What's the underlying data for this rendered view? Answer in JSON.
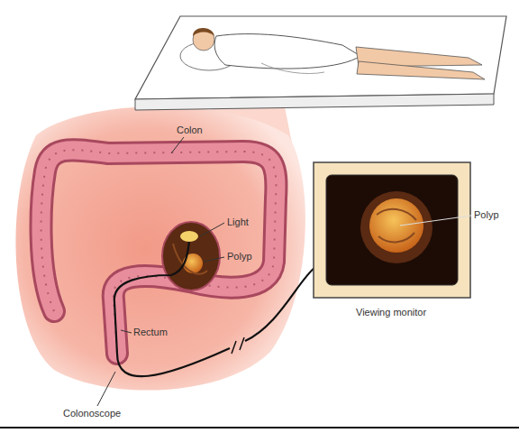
{
  "diagram": {
    "labels": [
      "Colon",
      "Polyp",
      "Light",
      "Polyp",
      "Viewing monitor",
      "Rectum",
      "Colonoscope"
    ]
  }
}
